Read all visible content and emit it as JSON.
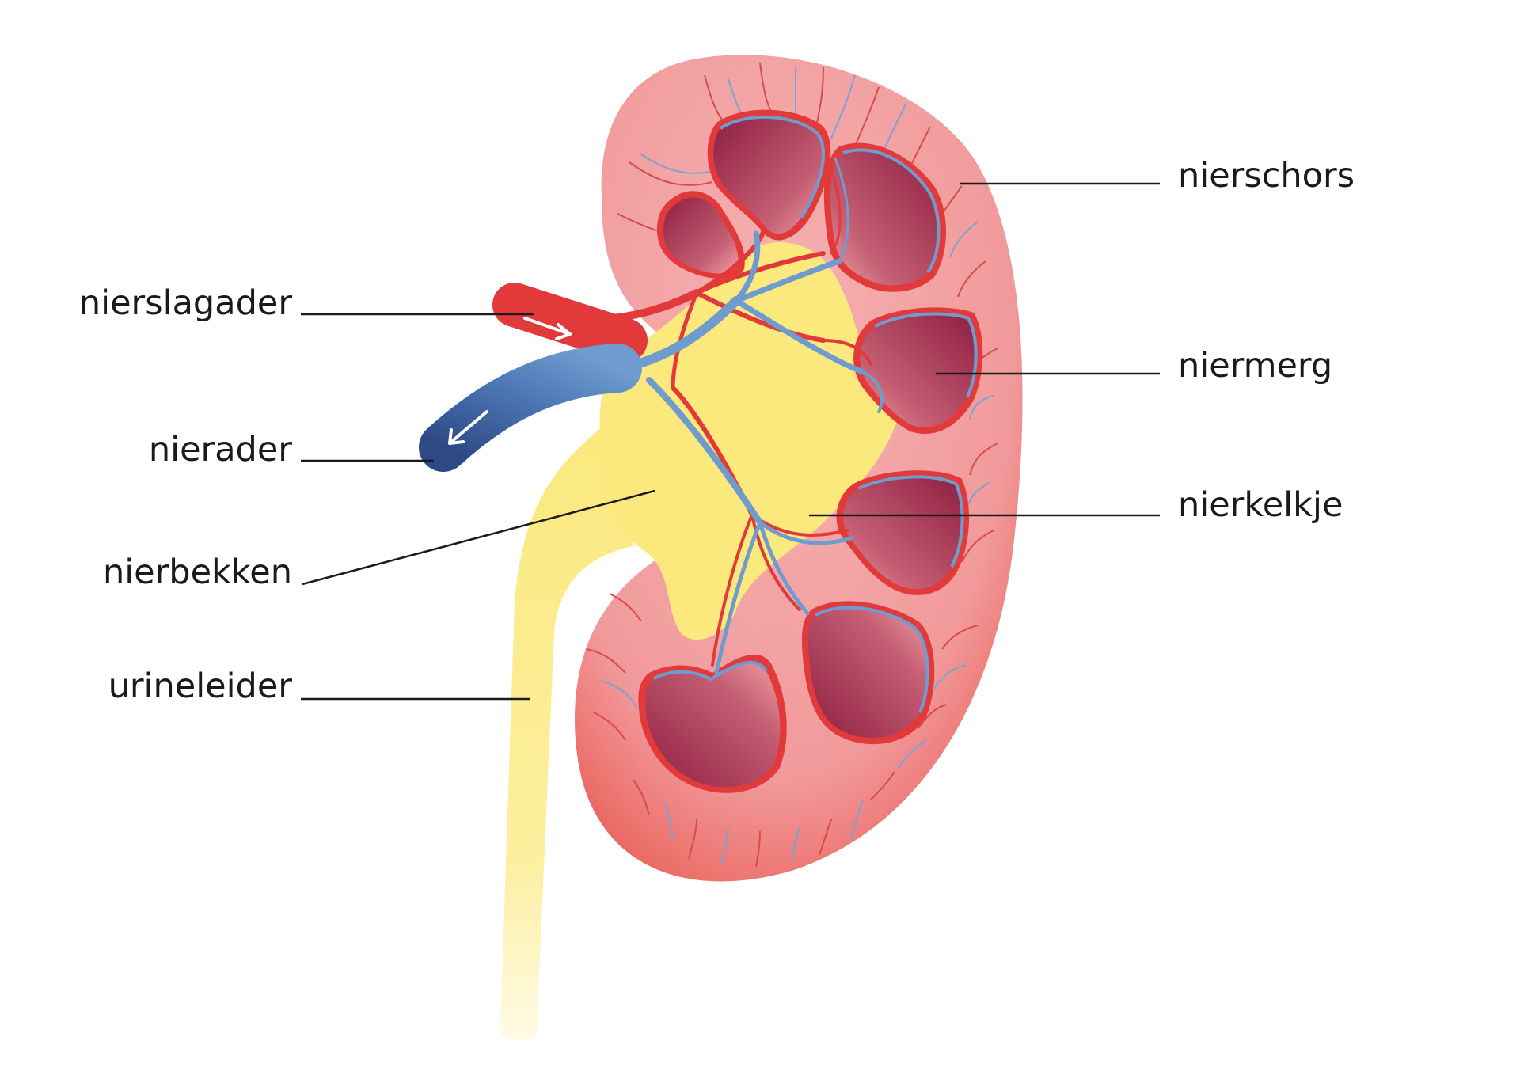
{
  "labels": {
    "cortex": "nierschors",
    "medulla": "niermerg",
    "calyx": "nierkelkje",
    "artery": "nierslagader",
    "vein": "nierader",
    "pelvis": "nierbekken",
    "ureter": "urineleider"
  },
  "colors": {
    "cortex": "#f19a9b",
    "cortex_edge": "#ea5a52",
    "medulla_dark": "#8e1f42",
    "medulla_light": "#f0a0a6",
    "artery": "#e23a3a",
    "vein_dark": "#2d4a86",
    "vein_light": "#6f9ccf",
    "pelvis": "#fbe97e",
    "text": "#1a1a1a"
  },
  "icons": [
    "arrow-into-kidney-icon",
    "arrow-out-of-kidney-icon"
  ]
}
